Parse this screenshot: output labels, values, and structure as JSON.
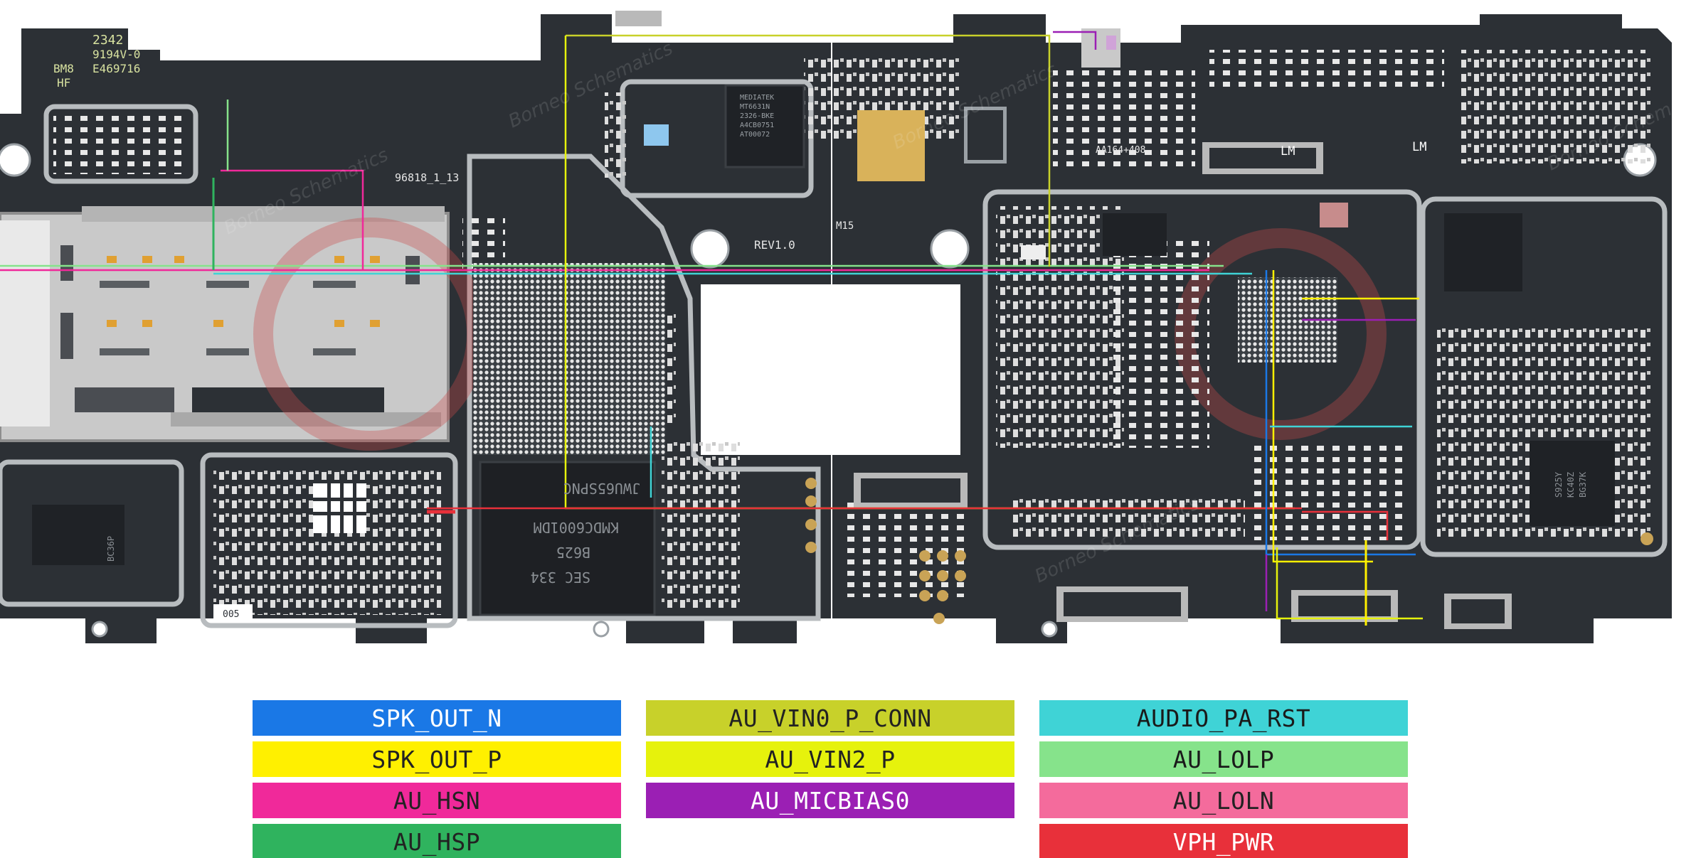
{
  "board": {
    "labels": {
      "top_left_code_1": "2342",
      "top_left_code_2": "9194V-0",
      "top_left_code_3": "E469716",
      "top_left_mark": "BM8",
      "top_left_hf": "HF",
      "board_id": "96818_1_13",
      "chip_top": "MEDIATEK",
      "chip_top_line2": "MT6631N",
      "chip_top_line3": "2326-BKE",
      "chip_top_line4": "A4CB0751",
      "chip_top_line5": "AT00072",
      "revision": "REV1.0",
      "board_mark": "M15",
      "module_code": "AA164+408",
      "emmc_line1": "JWU65SPNC",
      "emmc_line2": "KMDC6001DM",
      "emmc_line3": "B625",
      "emmc_line4": "SEC 334",
      "small_box": "005",
      "lm_mark_1": "LM",
      "lm_mark_2": "LM",
      "right_chip_1": "S925Y",
      "right_chip_2": "KC40Z",
      "right_chip_3": "BG37K",
      "left_chip": "BC36P",
      "watermark": "Borneo Schematics"
    }
  },
  "legend": {
    "items": [
      {
        "label": "SPK_OUT_N",
        "color": "#1a78e6",
        "text_color": "#ffffff"
      },
      {
        "label": "AU_VIN0_P_CONN",
        "color": "#c8d12a",
        "text_color": "#222222"
      },
      {
        "label": "AUDIO_PA_RST",
        "color": "#3fd3d6",
        "text_color": "#1a1a1a"
      },
      {
        "label": "SPK_OUT_P",
        "color": "#fff000",
        "text_color": "#222222"
      },
      {
        "label": "AU_VIN2_P",
        "color": "#e6f20c",
        "text_color": "#222222"
      },
      {
        "label": "AU_LOLP",
        "color": "#86e38b",
        "text_color": "#1a1a1a"
      },
      {
        "label": "AU_HSN",
        "color": "#f0299a",
        "text_color": "#222222"
      },
      {
        "label": "AU_MICBIAS0",
        "color": "#9b1fb4",
        "text_color": "#ffffff"
      },
      {
        "label": "AU_LOLN",
        "color": "#f46b9c",
        "text_color": "#222222"
      },
      {
        "label": "AU_HSP",
        "color": "#2fb35e",
        "text_color": "#222222"
      },
      null,
      {
        "label": "VPH_PWR",
        "color": "#e8303a",
        "text_color": "#ffffff"
      }
    ]
  }
}
